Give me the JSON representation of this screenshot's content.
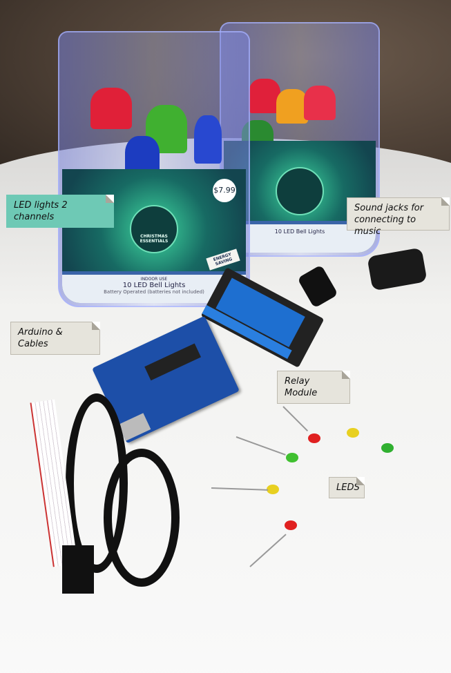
{
  "labels": {
    "led_lights": "LED lights 2 channels",
    "sound_jacks": "Sound jacks for connecting to music",
    "arduino": "Arduino & Cables",
    "relay": "Relay Module",
    "leds": "LEDS"
  },
  "package": {
    "title": "10 LED Bell Lights",
    "price": "$7.99",
    "brand": "CHRISTMAS ESSENTIALS",
    "subtitle": "Battery Operated (batteries not included)",
    "indoor": "INDOOR USE",
    "badge": "ENERGY SAVING"
  }
}
